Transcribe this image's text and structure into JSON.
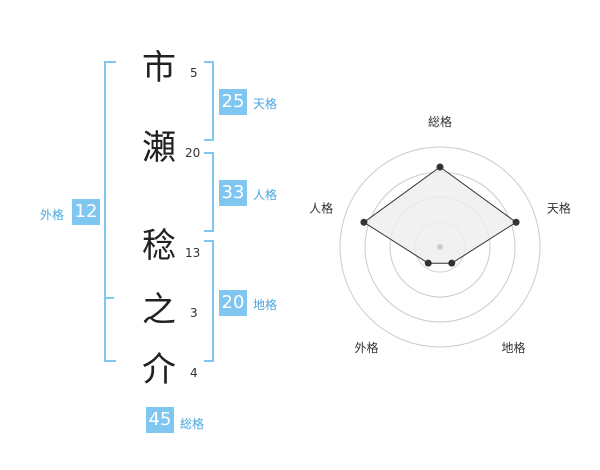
{
  "name": {
    "characters": [
      {
        "char": "市",
        "strokes": "5"
      },
      {
        "char": "瀬",
        "strokes": "20"
      },
      {
        "char": "稔",
        "strokes": "13"
      },
      {
        "char": "之",
        "strokes": "3"
      },
      {
        "char": "介",
        "strokes": "4"
      }
    ]
  },
  "fortunes": {
    "tenkaku": {
      "value": "25",
      "label": "天格"
    },
    "jinkaku": {
      "value": "33",
      "label": "人格"
    },
    "chikaku": {
      "value": "20",
      "label": "地格"
    },
    "gaikaku": {
      "value": "12",
      "label": "外格"
    },
    "soukaku": {
      "value": "45",
      "label": "総格"
    }
  },
  "chart_data": {
    "type": "radar",
    "axes": [
      "総格",
      "天格",
      "地格",
      "外格",
      "人格"
    ],
    "values": [
      4,
      4,
      1,
      1,
      4
    ],
    "rmax": 5,
    "rings": 4,
    "colors": {
      "fill": "#eeeeee",
      "line": "#333333",
      "ring": "#cccccc",
      "point": "#333333",
      "center": "#cccccc"
    }
  }
}
